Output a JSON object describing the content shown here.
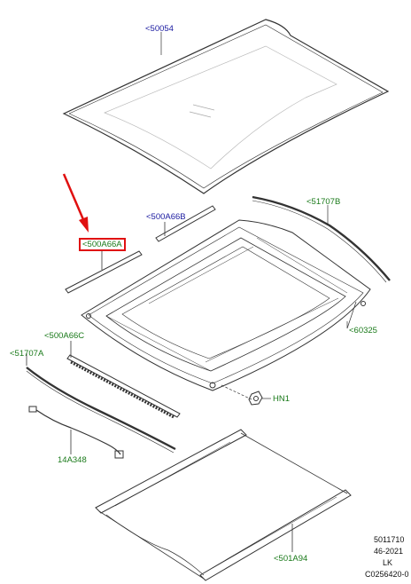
{
  "callouts": {
    "glass_panel": "<50054",
    "front_seal": "<500A66A",
    "rear_seal": "<500A66B",
    "side_trim_right": "<51707B",
    "frame_label": "<60325",
    "deflector": "<500A66C",
    "side_trim_left": "<51707A",
    "nut": "HN1",
    "harness": "14A348",
    "shade": "<501A94"
  },
  "stamp": {
    "line1": "5011710",
    "line2": "46-2021",
    "line3": "LK",
    "line4": "C0256420-0"
  },
  "colors": {
    "label_blue": "#1a1aa0",
    "label_green": "#1a7a1a",
    "highlight_red": "#e01010",
    "line_art": "#333333"
  }
}
